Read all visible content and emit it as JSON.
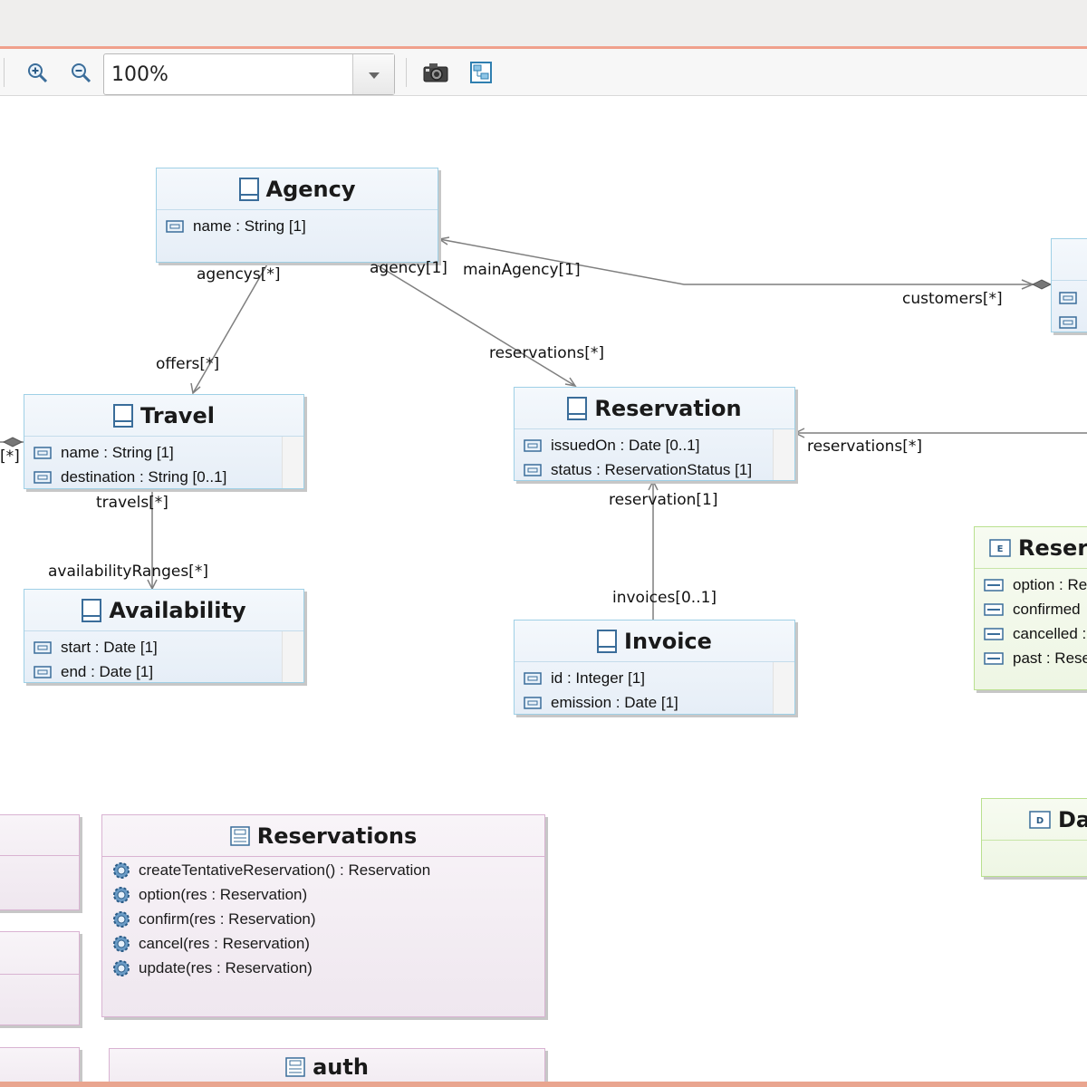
{
  "toolbar": {
    "zoom_in_icon": "zoom-in-icon",
    "zoom_out_icon": "zoom-out-icon",
    "zoom_value": "100%",
    "export_icon": "camera-icon",
    "layout_icon": "layout-icon"
  },
  "diagram": {
    "classes": {
      "agency": {
        "name": "Agency",
        "attrs": [
          "name : String [1]"
        ]
      },
      "travel": {
        "name": "Travel",
        "attrs": [
          "name : String [1]",
          "destination : String [0..1]"
        ]
      },
      "reservation": {
        "name": "Reservation",
        "attrs": [
          "issuedOn : Date [0..1]",
          "status : ReservationStatus [1]"
        ]
      },
      "availability": {
        "name": "Availability",
        "attrs": [
          "start : Date [1]",
          "end : Date [1]"
        ]
      },
      "invoice": {
        "name": "Invoice",
        "attrs": [
          "id : Integer [1]",
          "emission : Date [1]"
        ]
      }
    },
    "enum_status": {
      "name": "Reserv",
      "literals": [
        "option : Re",
        "confirmed",
        "cancelled :",
        "past : Rese"
      ]
    },
    "enum_d": {
      "name": "Da"
    },
    "interfaces": {
      "reservations": {
        "name": "Reservations",
        "ops": [
          "createTentativeReservation() : Reservation",
          "option(res : Reservation)",
          "confirm(res : Reservation)",
          "cancel(res : Reservation)",
          "update(res : Reservation)"
        ]
      },
      "auth": {
        "name": "auth"
      }
    },
    "edge_labels": {
      "agencys": "agencys[*]",
      "agency": "agency[1]",
      "main_agency": "mainAgency[1]",
      "customers": "customers[*]",
      "offers": "offers[*]",
      "reservations_a": "reservations[*]",
      "reservations_b": "reservations[*]",
      "travels": "travels[*]",
      "availability_ranges": "availabilityRanges[*]",
      "reservation": "reservation[1]",
      "invoices": "invoices[0..1]",
      "left_mult": "[*]"
    }
  },
  "colors": {
    "class_border": "#9fd0e6",
    "interface_border": "#d9b3d2",
    "enum_border": "#b9e08f",
    "edge": "#7f7f7f"
  }
}
